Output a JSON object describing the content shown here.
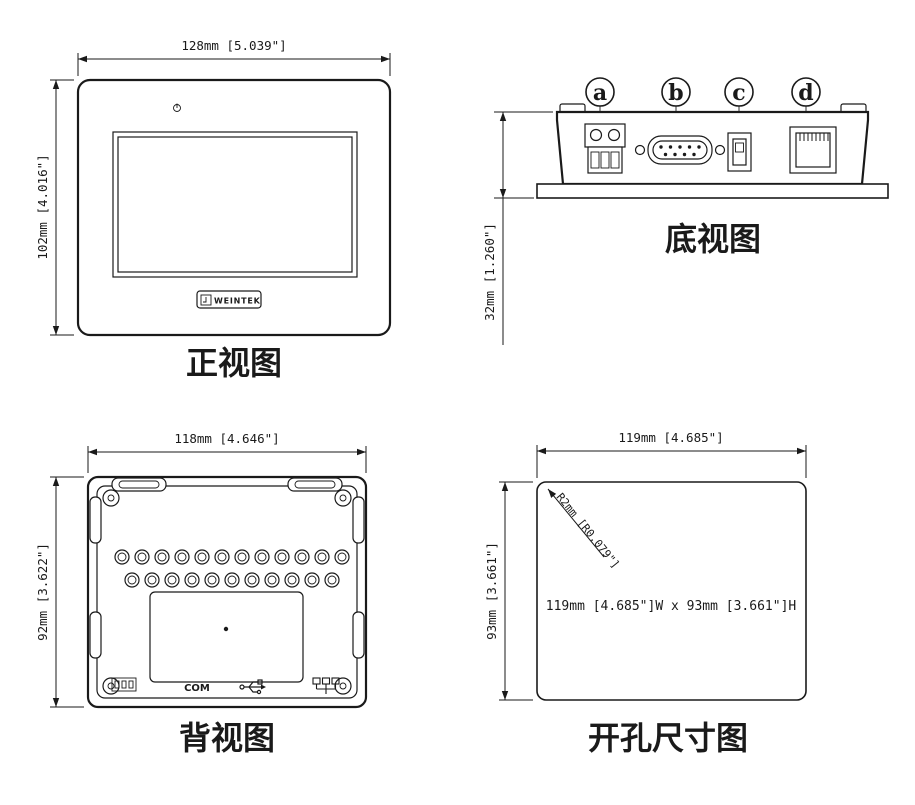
{
  "page": {
    "background_color": "#ffffff",
    "line_color": "#1a1a1a"
  },
  "front": {
    "label": "正视图",
    "width_dim": "128mm [5.039\"]",
    "height_dim": "102mm [4.016\"]",
    "logo_text": "WEINTEK"
  },
  "bottom": {
    "label": "底视图",
    "height_dim": "32mm [1.260\"]",
    "port_labels": {
      "a": "a",
      "b": "b",
      "c": "c",
      "d": "d"
    }
  },
  "rear": {
    "label": "背视图",
    "width_dim": "118mm [4.646\"]",
    "height_dim": "92mm [3.622\"]",
    "com_label": "COM"
  },
  "cutout": {
    "label": "开孔尺寸图",
    "width_dim": "119mm [4.685\"]",
    "height_dim": "93mm [3.661\"]",
    "radius_label": "R2mm [R0.079\"]",
    "size_text": "119mm [4.685\"]W x 93mm [3.661\"]H"
  }
}
